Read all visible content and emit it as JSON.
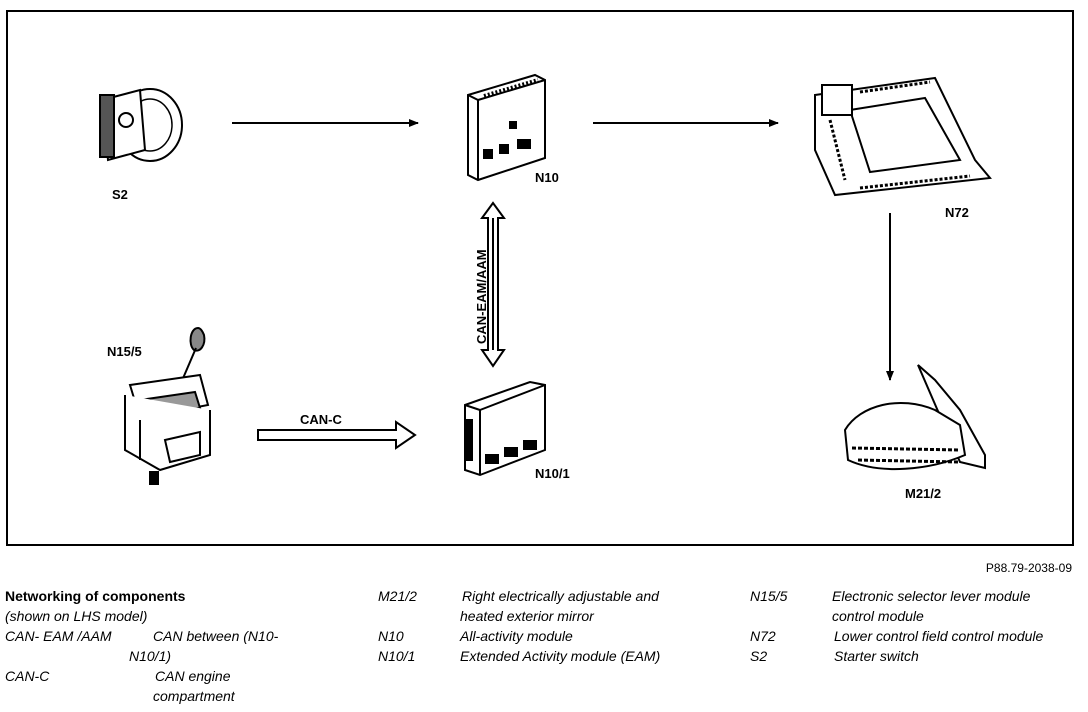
{
  "figure_id": "P88.79-2038-09",
  "components": {
    "s2": "S2",
    "n10": "N10",
    "n72": "N72",
    "n15_5": "N15/5",
    "n10_1": "N10/1",
    "m21_2": "M21/2"
  },
  "connections": {
    "can_eam_aam": "CAN-EAM/AAM",
    "can_c": "CAN-C"
  },
  "legend": {
    "title": "Networking of components",
    "subtitle": "(shown on LHS model)",
    "col1": [
      {
        "code": "CAN- EAM /AAM",
        "desc1": "CAN between (N10-",
        "desc2": "N10/1)"
      },
      {
        "code": "CAN-C",
        "desc1": "CAN engine",
        "desc2": "compartment"
      }
    ],
    "col2": [
      {
        "code": "M21/2",
        "desc1": "Right electrically adjustable and",
        "desc2": "heated exterior mirror"
      },
      {
        "code": "N10",
        "desc1": "All-activity module"
      },
      {
        "code": "N10/1",
        "desc1": "Extended Activity module (EAM)"
      }
    ],
    "col3": [
      {
        "code": "N15/5",
        "desc1": "Electronic selector lever module",
        "desc2": "control module"
      },
      {
        "code": "N72",
        "desc1": "Lower control field control module"
      },
      {
        "code": "S2",
        "desc1": "Starter switch"
      }
    ]
  }
}
